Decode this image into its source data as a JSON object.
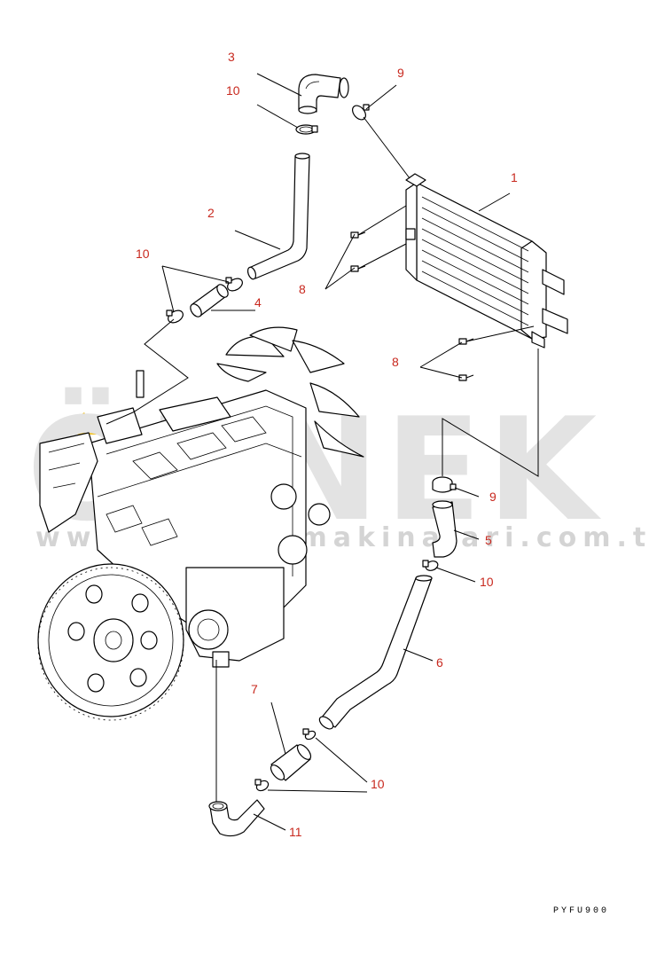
{
  "watermark": {
    "text": "ÖZNEK",
    "url": "www.oznekismakinalari.com.tr",
    "accent_color": "#f2c01e"
  },
  "drawing_code": "PYFU900",
  "callouts": {
    "c1": "1",
    "c2": "2",
    "c3": "3",
    "c4": "4",
    "c5": "5",
    "c6": "6",
    "c7": "7",
    "c8a": "8",
    "c8b": "8",
    "c9a": "9",
    "c9b": "9",
    "c10a": "10",
    "c10b": "10",
    "c10c": "10",
    "c10d": "10",
    "c11": "11"
  },
  "colors": {
    "callout": "#c8281e",
    "line": "#000000",
    "watermark": "#e3e3e3"
  }
}
